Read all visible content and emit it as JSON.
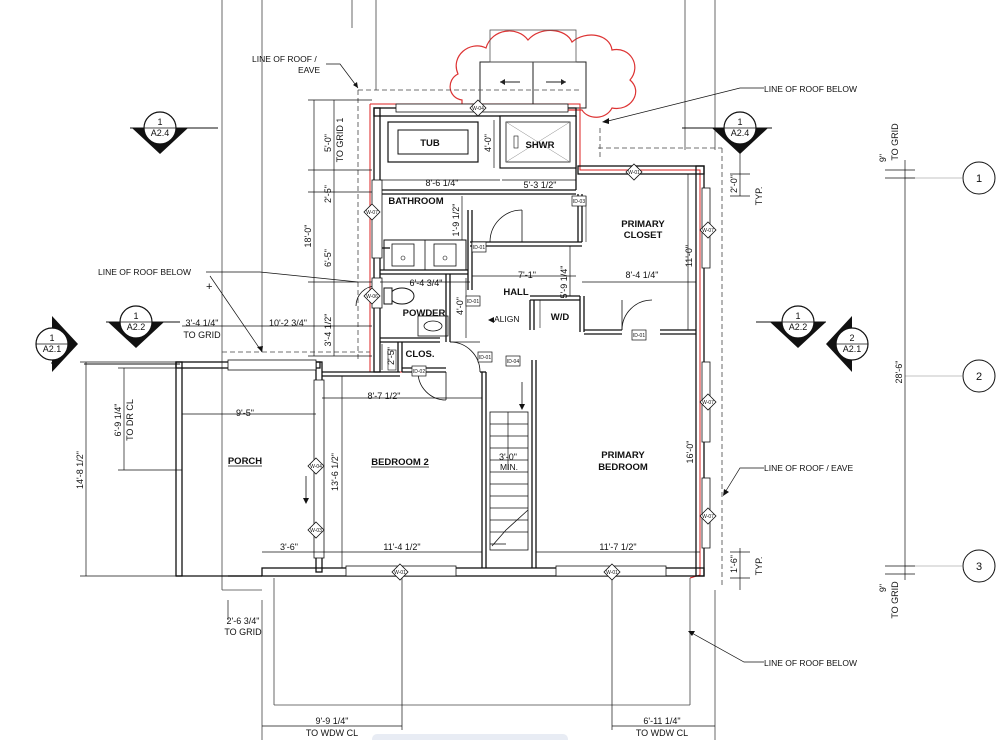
{
  "rooms": {
    "tub": "TUB",
    "shower": "SHWR",
    "bathroom": "BATHROOM",
    "primary_closet_1": "PRIMARY",
    "primary_closet_2": "CLOSET",
    "hall": "HALL",
    "powder": "POWDER",
    "wd": "W/D",
    "closet": "CLOS.",
    "porch": "PORCH",
    "bedroom2": "BEDROOM 2",
    "primary_bedroom_1": "PRIMARY",
    "primary_bedroom_2": "BEDROOM"
  },
  "notes": {
    "roof_eave_1": "LINE OF ROOF /",
    "roof_eave_2": "EAVE",
    "roof_below_top": "LINE OF ROOF BELOW",
    "roof_below_left": "LINE OF ROOF BELOW",
    "roof_eave_right": "LINE OF ROOF / EAVE",
    "roof_below_bottom": "LINE OF ROOF BELOW",
    "align": "ALIGN",
    "min": "MIN."
  },
  "dims": {
    "d5_0": "5'-0\"",
    "to_grid_1": "TO GRID 1",
    "d18_0": "18'-0\"",
    "d2_5": "2'-5\"",
    "d6_5": "6'-5\"",
    "d3_4_half": "3'-4 1/2\"",
    "d4_0_shower": "4'-0\"",
    "d8_6_q": "8'-6 1/4\"",
    "d5_3_half": "5'-3 1/2\"",
    "d1_9_half": "1'-9 1/2\"",
    "d6_4_3q": "6'-4 3/4\"",
    "d4_0_powder": "4'-0\"",
    "d7_1": "7'-1\"",
    "d5_9_q": "5'-9 1/4\"",
    "d8_4_q": "8'-4 1/4\"",
    "d11_0": "11'-0\"",
    "d3_4_q": "3'-4 1/4\"",
    "to_grid_a": "TO GRID",
    "d10_2_3q": "10'-2 3/4\"",
    "d2_5_clos": "2'-5\"",
    "d8_7_half": "8'-7 1/2\"",
    "d9_5": "9'-5\"",
    "d6_9_q": "6'-9 1/4\"",
    "to_dr_cl": "TO DR CL",
    "d14_8_half": "14'-8 1/2\"",
    "d13_6_half": "13'-6 1/2\"",
    "d3_0": "3'-0\"",
    "d16_0": "16'-0\"",
    "d3_6": "3'-6\"",
    "d11_4_half": "11'-4 1/2\"",
    "d11_7_half": "11'-7 1/2\"",
    "d2_6_3q": "2'-6 3/4\"",
    "to_grid_b": "TO GRID",
    "d9_9_q": "9'-9 1/4\"",
    "to_wdw_cl_a": "TO WDW CL",
    "d6_11_q": "6'-11 1/4\"",
    "to_wdw_cl_b": "TO WDW CL",
    "d9_top": "9\"",
    "to_grid_top": "TO GRID",
    "d2_0": "2'-0\"",
    "typ_1": "TYP.",
    "d28_6": "28'-6\"",
    "d1_6": "1'-6\"",
    "typ_2": "TYP.",
    "d9_bot": "9\"",
    "to_grid_bot": "TO GRID"
  },
  "grids": {
    "g1": "1",
    "g2": "2",
    "g3": "3"
  },
  "sections": {
    "s1_num": "1",
    "s1_ref": "A2.4",
    "s2_num": "1",
    "s2_ref": "A2.4",
    "s3_num": "1",
    "s3_ref": "A2.2",
    "s4_num": "1",
    "s4_ref": "A2.2",
    "s5_num": "1",
    "s5_ref": "A2.1",
    "s6_num": "2",
    "s6_ref": "A2.1"
  },
  "tags": {
    "w_top_bath": "W-04",
    "w_top_right": "W-01",
    "w_left_bath": "W-07",
    "w_left_pow": "W-06",
    "w_right_1": "W-07",
    "w_right_2": "W-07",
    "w_right_3": "W-07",
    "w_bot_1": "W-01",
    "w_bot_2": "W-01",
    "w_porch_1": "W-04",
    "w_porch_2": "W-03",
    "id_bath": "ID-01",
    "id_closet": "ID-03",
    "id_hall_1": "ID-01",
    "id_hall_2": "ID-01",
    "id_hall_3": "ID-04",
    "id_pb": "ID-01",
    "id_clos": "ID-02"
  }
}
